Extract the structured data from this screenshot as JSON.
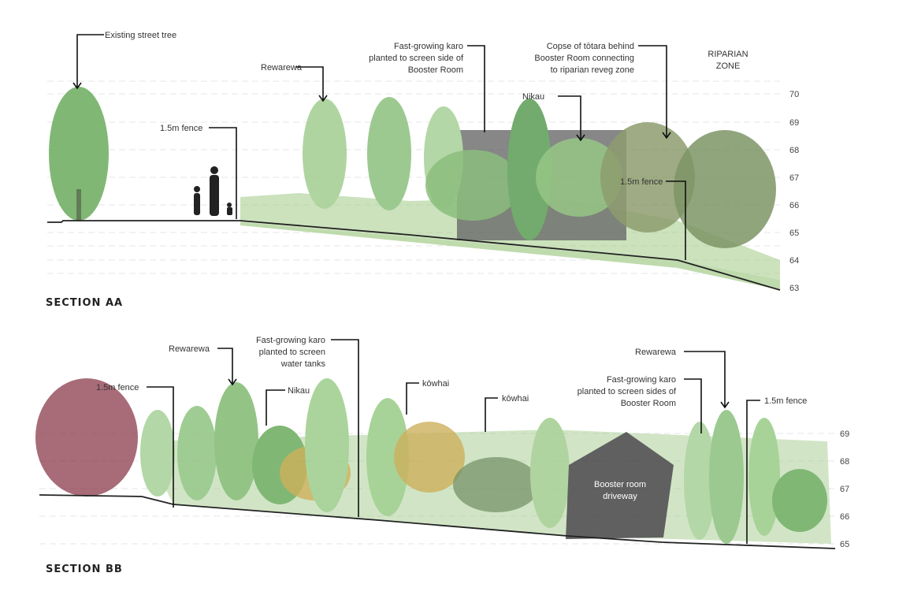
{
  "section_aa": {
    "title": "SECTION AA",
    "elevations": [
      "70",
      "69",
      "68",
      "67",
      "66",
      "65",
      "64",
      "63"
    ],
    "labels": {
      "street_tree": "Existing street tree",
      "rewarewa": "Rewarewa",
      "fence": "1.5m fence",
      "karo": [
        "Fast-growing karo",
        "planted to screen side of",
        "Booster Room"
      ],
      "nikau": "Nikau",
      "totara": [
        "Copse of tōtara behind",
        "Booster Room connecting",
        "to riparian reveg zone"
      ],
      "riparian": [
        "RIPARIAN",
        "ZONE"
      ],
      "fence2": "1.5m fence"
    }
  },
  "section_bb": {
    "title": "SECTION BB",
    "elevations": [
      "69",
      "68",
      "67",
      "66",
      "65"
    ],
    "labels": {
      "fence_left": "1.5m fence",
      "rewarewa_left": "Rewarewa",
      "karo_tanks": [
        "Fast-growing karo",
        "planted to screen",
        "water tanks"
      ],
      "nikau": "Nikau",
      "kowhai1": "kōwhai",
      "kowhai2": "kōwhai",
      "booster": [
        "Booster room",
        "driveway"
      ],
      "rewarewa_right": "Rewarewa",
      "karo_booster": [
        "Fast-growing karo",
        "planted to screen sides of",
        "Booster Room"
      ],
      "fence_right": "1.5m fence"
    }
  },
  "colors": {
    "tree_light": "#9fc98f",
    "tree_mid": "#6fa763",
    "tree_dark": "#5d7f4f",
    "olive": "#7f8f5c",
    "maroon": "#8a3b4a",
    "ochre": "#c7a646",
    "booster": "#4a4a4c"
  }
}
